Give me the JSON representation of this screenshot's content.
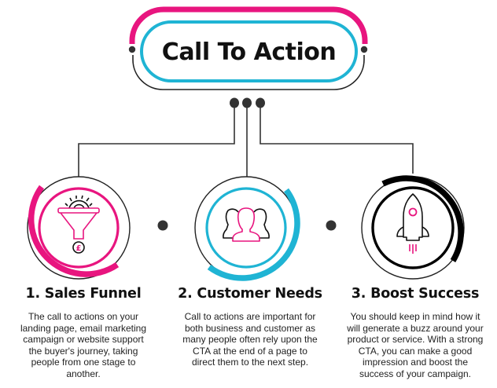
{
  "title": "Call To Action",
  "colors": {
    "pink": "#e8157f",
    "cyan": "#1fb4d4",
    "dark": "#222222",
    "black": "#000000"
  },
  "steps": [
    {
      "number": "1.",
      "heading": "1. Sales Funnel",
      "icon": "funnel-gear-pound-icon",
      "accent": "pink",
      "body": "The call to actions on your landing page, email marketing campaign or website support the buyer's journey, taking people from one stage to another."
    },
    {
      "number": "2.",
      "heading": "2. Customer Needs",
      "icon": "people-group-icon",
      "accent": "cyan",
      "body": "Call to actions are important for both business and customer as many people often rely upon the CTA at the end of a page to direct them to the next step."
    },
    {
      "number": "3.",
      "heading": "3. Boost Success",
      "icon": "rocket-icon",
      "accent": "black",
      "body": "You should keep in mind how it will generate a buzz around your product or service. With a strong CTA, you can make a good impression and boost the success of your campaign."
    }
  ]
}
